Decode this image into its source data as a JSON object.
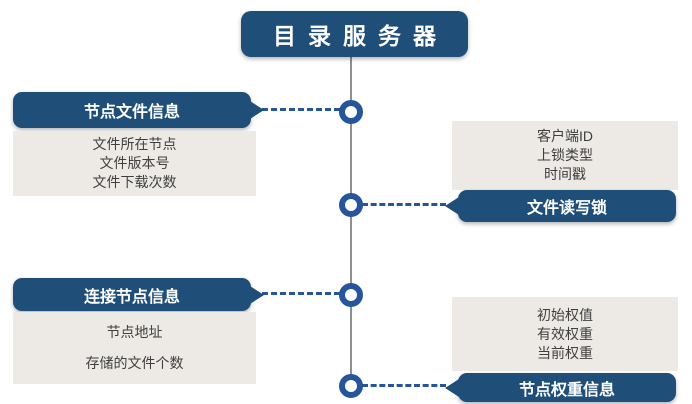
{
  "title": "目录服务器",
  "nodes": [
    {
      "side": "left",
      "label": "节点文件信息",
      "details": [
        "文件所在节点",
        "文件版本号",
        "文件下载次数"
      ]
    },
    {
      "side": "right",
      "label": "文件读写锁",
      "details": [
        "客户端ID",
        "上锁类型",
        "时间戳"
      ]
    },
    {
      "side": "left",
      "label": "连接节点信息",
      "details": [
        "节点地址",
        "存储的文件个数"
      ]
    },
    {
      "side": "right",
      "label": "节点权重信息",
      "details": [
        "初始权值",
        "有效权重",
        "当前权重"
      ]
    }
  ],
  "colors": {
    "primary_blue": "#1F4E79",
    "accent_blue": "#27559C",
    "panel_gray": "#EDEAE5",
    "line_gray": "#8F8F8F",
    "detail_text": "#3F3F3F",
    "label_text": "#FFFFFF"
  }
}
